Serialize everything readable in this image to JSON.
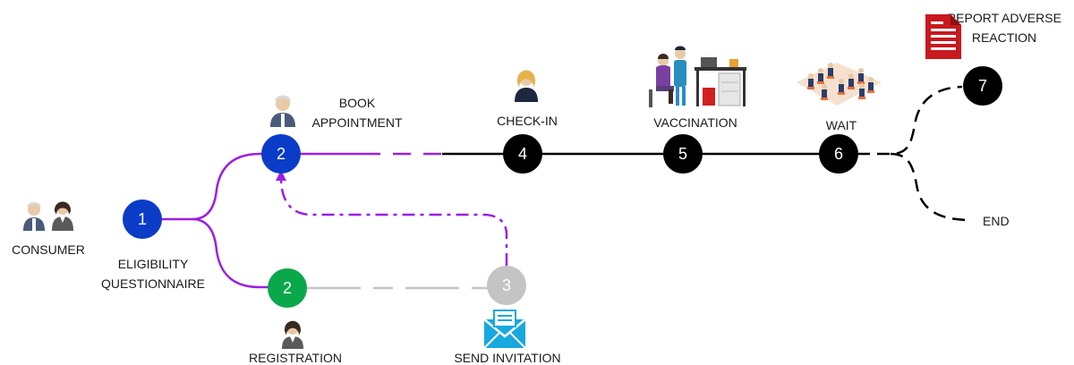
{
  "colors": {
    "purple": "#9b1fe3",
    "blue": "#0a3cc8",
    "green": "#0aa84a",
    "gray": "#c4c4c4",
    "black": "#000000",
    "report_red": "#c8191e",
    "envelope_cyan": "#18a8e0"
  },
  "labels": {
    "consumer": "CONSUMER",
    "eligibility_1": "ELIGIBILITY",
    "eligibility_2": "QUESTIONNAIRE",
    "book_1": "BOOK",
    "book_2": "APPOINTMENT",
    "registration": "REGISTRATION",
    "send_invitation": "SEND INVITATION",
    "check_in": "CHECK-IN",
    "vaccination": "VACCINATION",
    "wait": "WAIT",
    "report_1": "REPORT ADVERSE",
    "report_2": "REACTION",
    "end": "END"
  },
  "nodes": {
    "n1": "1",
    "n2_book": "2",
    "n2_reg": "2",
    "n3": "3",
    "n4": "4",
    "n5": "5",
    "n6": "6",
    "n7": "7"
  },
  "icons": {
    "consumer": "people-icon",
    "book": "elderly-person-icon",
    "registration": "woman-icon",
    "send_invitation": "envelope-icon",
    "check_in": "woman-icon",
    "vaccination": "vaccination-scene-icon",
    "wait": "waiting-room-icon",
    "report": "document-icon"
  }
}
